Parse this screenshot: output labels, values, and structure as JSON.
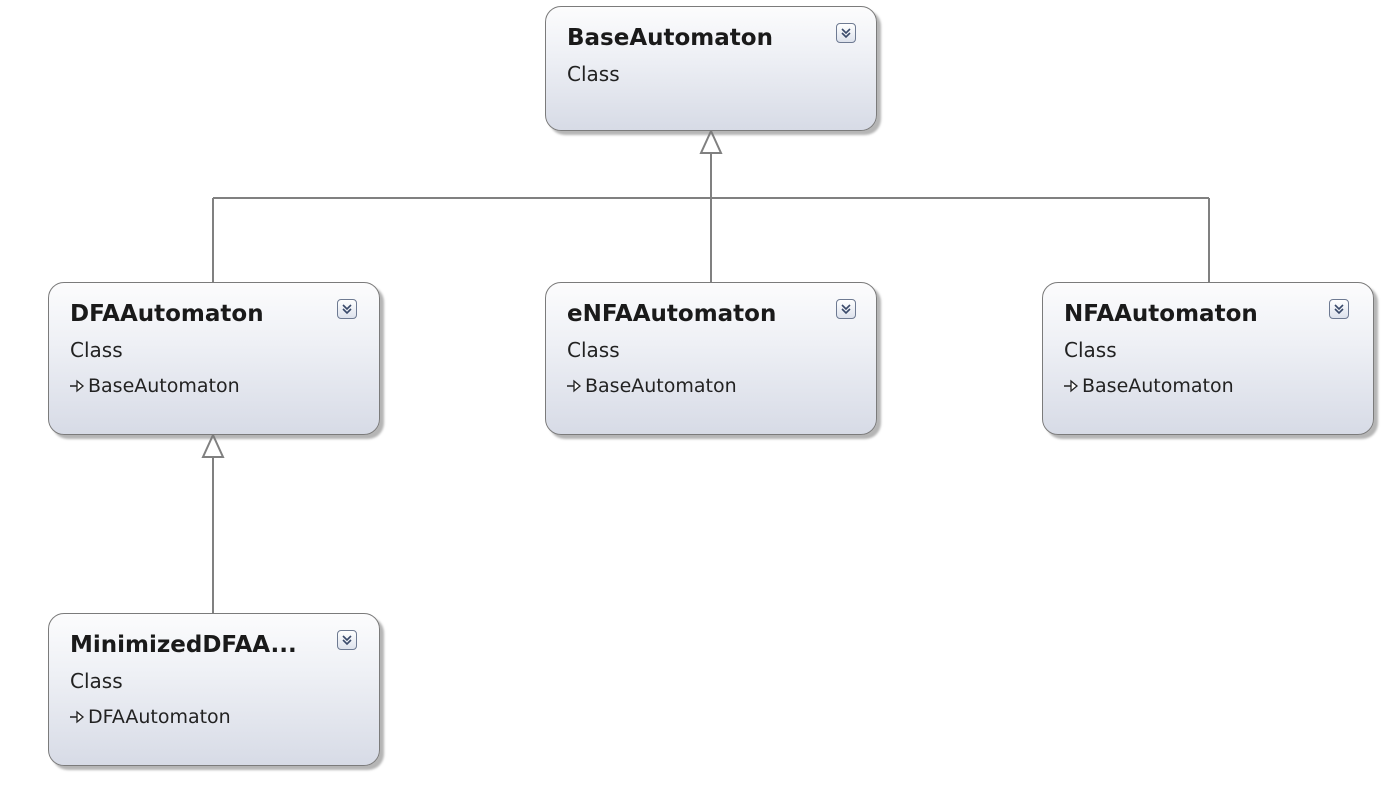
{
  "diagram": {
    "classes": [
      {
        "id": "base",
        "name": "BaseAutomaton",
        "kind": "Class",
        "base": ""
      },
      {
        "id": "dfa",
        "name": "DFAAutomaton",
        "kind": "Class",
        "base": "BaseAutomaton"
      },
      {
        "id": "enfa",
        "name": "eNFAAutomaton",
        "kind": "Class",
        "base": "BaseAutomaton"
      },
      {
        "id": "nfa",
        "name": "NFAAutomaton",
        "kind": "Class",
        "base": "BaseAutomaton"
      },
      {
        "id": "mindfa",
        "name": "MinimizedDFAA...",
        "kind": "Class",
        "base": "DFAAutomaton"
      }
    ],
    "inheritance": [
      {
        "from": "DFAAutomaton",
        "to": "BaseAutomaton"
      },
      {
        "from": "eNFAAutomaton",
        "to": "BaseAutomaton"
      },
      {
        "from": "NFAAutomaton",
        "to": "BaseAutomaton"
      },
      {
        "from": "MinimizedDFAA...",
        "to": "DFAAutomaton"
      }
    ],
    "colors": {
      "connector": "#808080",
      "box_border": "#7b7b7b",
      "box_gradient_bottom": "#d7dbe6"
    },
    "icons": {
      "expand": "chevron-double-down-icon",
      "inherits": "inheritance-arrow-icon"
    }
  }
}
